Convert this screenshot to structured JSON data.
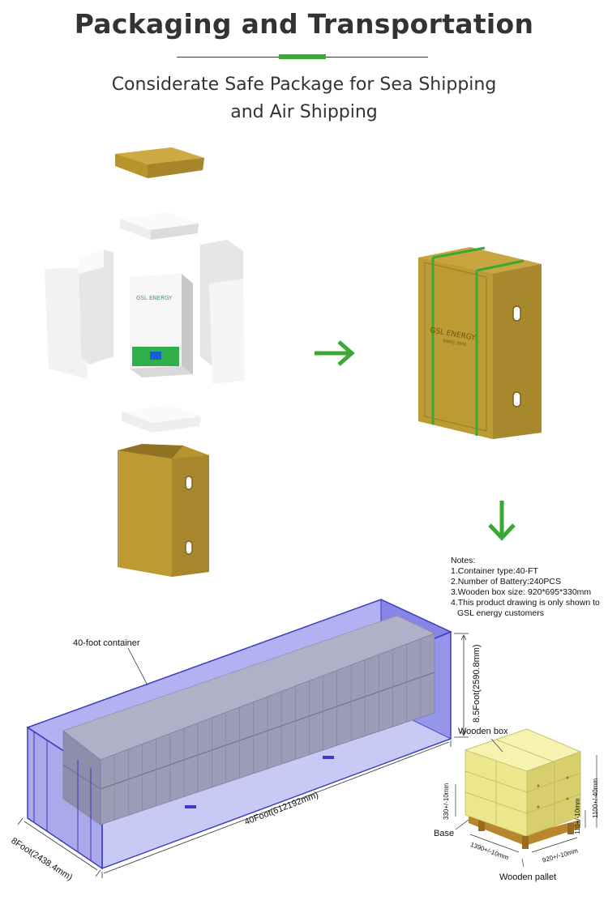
{
  "header": {
    "title": "Packaging and Transportation",
    "subtitle_line1": "Considerate Safe Package for Sea Shipping",
    "subtitle_line2": "and Air Shipping"
  },
  "colors": {
    "accent_green": "#3aa835",
    "cardboard": "#b8942c",
    "container_blue": "#5a5ae0",
    "wooden_box_yellow": "#f2ee9a"
  },
  "packing": {
    "brand_on_battery": "GSL ENERGY",
    "brand_on_box": "GSL ENERGY",
    "brand_on_box_since": "SINCE 2006",
    "arrow_right_icon": "arrow-right-icon",
    "arrow_down_icon": "arrow-down-icon"
  },
  "notes": {
    "heading": "Notes:",
    "items": [
      "1.Container type:40-FT",
      "2.Number of Battery:240PCS",
      "3.Wooden box size: 920*695*330mm",
      "4.This product drawing is only shown to",
      "GSL energy customers"
    ]
  },
  "container": {
    "label": "40-foot container",
    "height_dim": "8.5Foot(2590.8mm)",
    "length_dim": "40Foot(612192mm)",
    "width_dim": "8Foot(2438.4mm)"
  },
  "pallet": {
    "box_label": "Wooden box",
    "base_label": "Base",
    "pallet_label": "Wooden pallet",
    "dim_330": "330+/-10mm",
    "dim_110": "110+/-10mm",
    "dim_1100": "1100+/-40mm",
    "dim_1390": "1390+/-10mm",
    "dim_920": "920+/-10mm"
  }
}
